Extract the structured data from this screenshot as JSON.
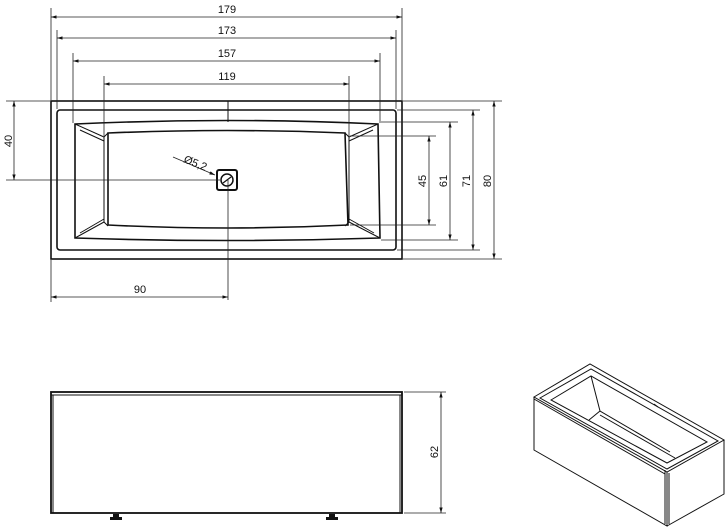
{
  "drawing": {
    "plan_dimensions": {
      "overall_length": "179",
      "rim_length": "173",
      "bowl_top_length": "157",
      "bowl_bottom_length": "119",
      "drain_offset_y": "40",
      "drain_offset_x": "90",
      "drain_diameter": "Ø5,2",
      "bowl_bottom_width": "45",
      "bowl_top_width": "61",
      "rim_width": "71",
      "overall_width": "80"
    },
    "elevation_dimensions": {
      "height": "62"
    },
    "line_color": "#111111"
  }
}
